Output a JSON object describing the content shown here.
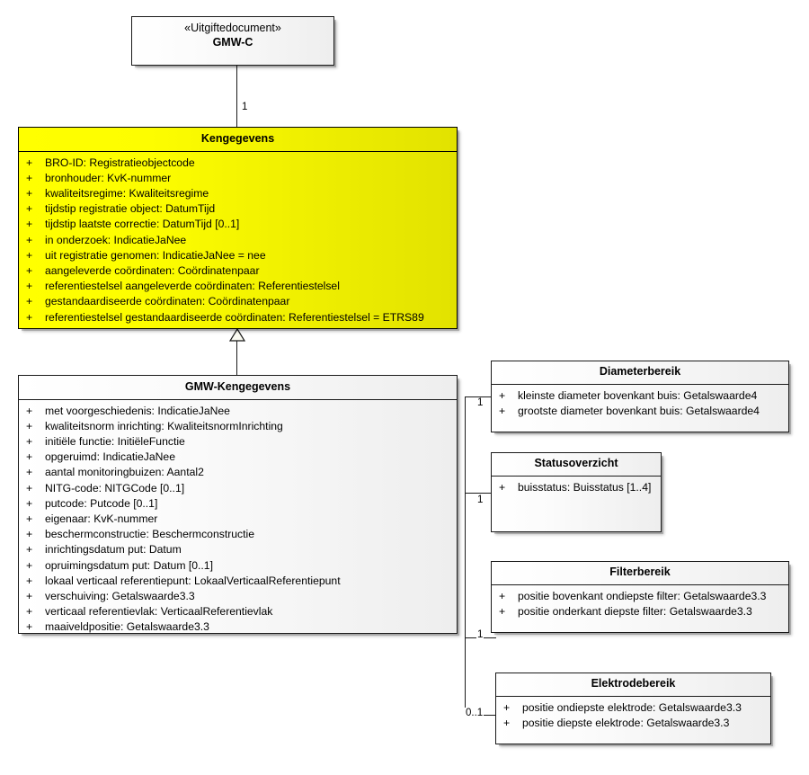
{
  "diagram": {
    "title": "GMW-C UML class diagram",
    "background_color": "#ffffff",
    "accent_color": "#ffff00",
    "line_color": "#1a1a1a"
  },
  "classes": {
    "gmw_c": {
      "stereotype": "«Uitgiftedocument»",
      "name": "GMW-C",
      "attributes": []
    },
    "kengegevens": {
      "name": "Kengegevens",
      "attributes": [
        {
          "vis": "+",
          "text": "BRO-ID: Registratieobjectcode"
        },
        {
          "vis": "+",
          "text": "bronhouder: KvK-nummer"
        },
        {
          "vis": "+",
          "text": "kwaliteitsregime: Kwaliteitsregime"
        },
        {
          "vis": "+",
          "text": "tijdstip registratie object: DatumTijd"
        },
        {
          "vis": "+",
          "text": "tijdstip laatste correctie: DatumTijd [0..1]"
        },
        {
          "vis": "+",
          "text": "in onderzoek: IndicatieJaNee"
        },
        {
          "vis": "+",
          "text": "uit registratie genomen: IndicatieJaNee = nee"
        },
        {
          "vis": "+",
          "text": "aangeleverde coördinaten: Coördinatenpaar"
        },
        {
          "vis": "+",
          "text": "referentiestelsel aangeleverde coördinaten: Referentiestelsel"
        },
        {
          "vis": "+",
          "text": "gestandaardiseerde coördinaten: Coördinatenpaar"
        },
        {
          "vis": "+",
          "text": "referentiestelsel gestandaardiseerde coördinaten: Referentiestelsel = ETRS89"
        }
      ]
    },
    "gmw_kengegevens": {
      "name": "GMW-Kengegevens",
      "attributes": [
        {
          "vis": "+",
          "text": "met voorgeschiedenis: IndicatieJaNee"
        },
        {
          "vis": "+",
          "text": "kwaliteitsnorm inrichting: KwaliteitsnormInrichting"
        },
        {
          "vis": "+",
          "text": "initiële functie: InitiëleFunctie"
        },
        {
          "vis": "+",
          "text": "opgeruimd: IndicatieJaNee"
        },
        {
          "vis": "+",
          "text": "aantal monitoringbuizen: Aantal2"
        },
        {
          "vis": "+",
          "text": "NITG-code: NITGCode [0..1]"
        },
        {
          "vis": "+",
          "text": "putcode: Putcode [0..1]"
        },
        {
          "vis": "+",
          "text": "eigenaar: KvK-nummer"
        },
        {
          "vis": "+",
          "text": "beschermconstructie: Beschermconstructie"
        },
        {
          "vis": "+",
          "text": "inrichtingsdatum put: Datum"
        },
        {
          "vis": "+",
          "text": "opruimingsdatum put: Datum [0..1]"
        },
        {
          "vis": "+",
          "text": "lokaal verticaal referentiepunt: LokaalVerticaalReferentiepunt"
        },
        {
          "vis": "+",
          "text": "verschuiving: Getalswaarde3.3"
        },
        {
          "vis": "+",
          "text": "verticaal referentievlak: VerticaalReferentievlak"
        },
        {
          "vis": "+",
          "text": "maaiveldpositie: Getalswaarde3.3"
        }
      ]
    },
    "diameterbereik": {
      "name": "Diameterbereik",
      "attributes": [
        {
          "vis": "+",
          "text": "kleinste diameter bovenkant buis: Getalswaarde4"
        },
        {
          "vis": "+",
          "text": "grootste diameter bovenkant buis: Getalswaarde4"
        }
      ]
    },
    "statusoverzicht": {
      "name": "Statusoverzicht",
      "attributes": [
        {
          "vis": "+",
          "text": "buisstatus: Buisstatus [1..4]"
        }
      ]
    },
    "filterbereik": {
      "name": "Filterbereik",
      "attributes": [
        {
          "vis": "+",
          "text": "positie bovenkant ondiepste filter: Getalswaarde3.3"
        },
        {
          "vis": "+",
          "text": "positie onderkant diepste filter: Getalswaarde3.3"
        }
      ]
    },
    "elektrodebereik": {
      "name": "Elektrodebereik",
      "attributes": [
        {
          "vis": "+",
          "text": "positie ondiepste elektrode: Getalswaarde3.3"
        },
        {
          "vis": "+",
          "text": "positie diepste elektrode: Getalswaarde3.3"
        }
      ]
    }
  },
  "connectors": {
    "gmwc_to_kengegevens": {
      "multiplicity": "1",
      "kind": "composition"
    },
    "kengegevens_generalization": {
      "multiplicity": "",
      "kind": "generalization"
    },
    "to_diameterbereik": {
      "multiplicity": "1",
      "kind": "association"
    },
    "to_statusoverzicht": {
      "multiplicity": "1",
      "kind": "association"
    },
    "to_filterbereik": {
      "multiplicity": "1",
      "kind": "association"
    },
    "to_elektrodebereik": {
      "multiplicity": "0..1",
      "kind": "association"
    }
  }
}
